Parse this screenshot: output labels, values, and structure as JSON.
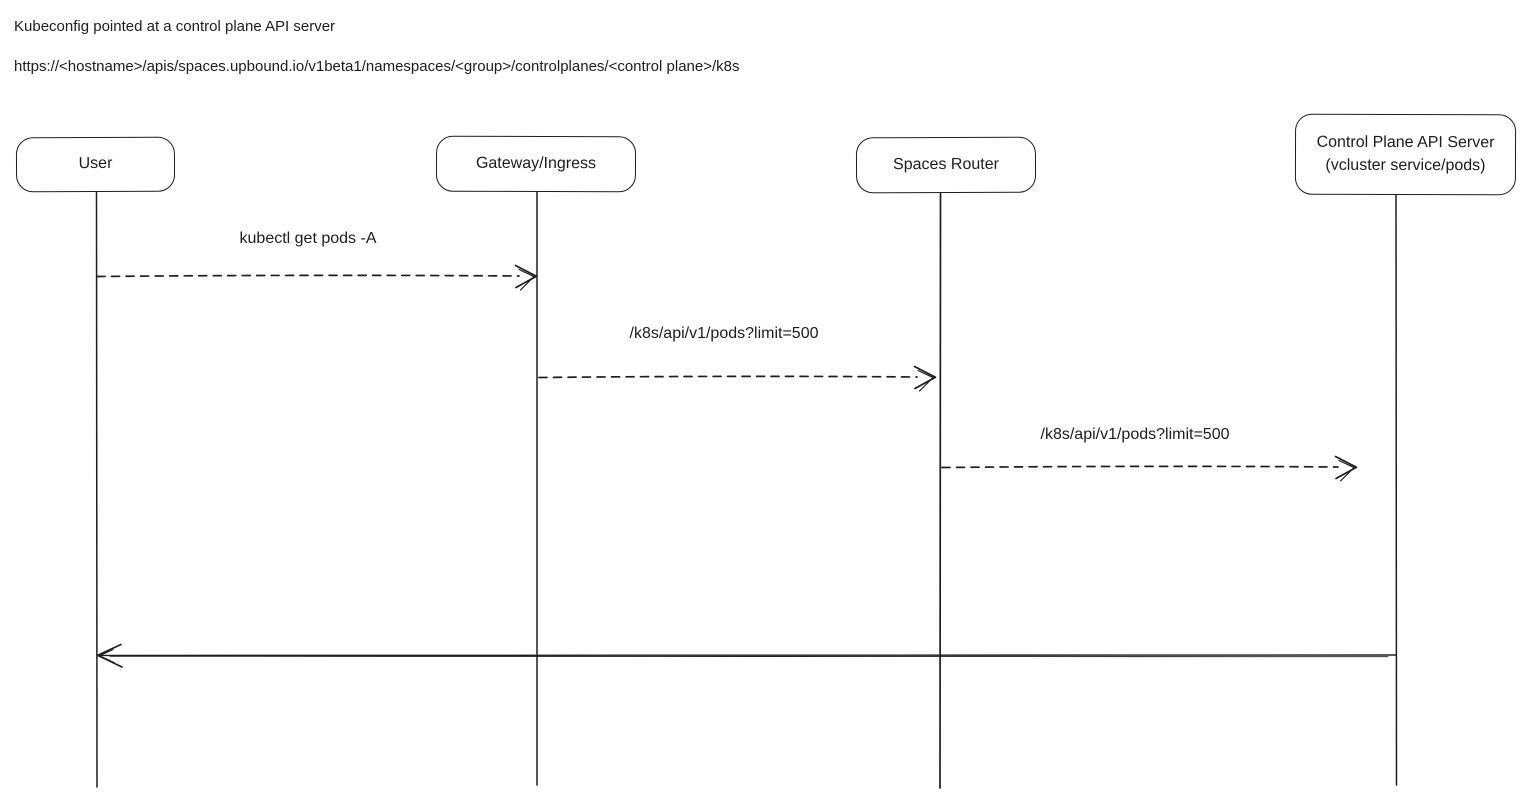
{
  "colors": {
    "stroke": "#1e1e1e",
    "background": "#ffffff"
  },
  "header": {
    "title": "Kubeconfig pointed at a control plane API server",
    "url": "https://<hostname>/apis/spaces.upbound.io/v1beta1/namespaces/<group>/controlplanes/<control plane>/k8s"
  },
  "diagram": {
    "type": "sequence-diagram",
    "actors": [
      {
        "id": "user",
        "label": "User"
      },
      {
        "id": "gateway-ingress",
        "label": "Gateway/Ingress"
      },
      {
        "id": "spaces-router",
        "label": "Spaces Router"
      },
      {
        "id": "control-plane-api-server",
        "label": "Control Plane API Server",
        "sublabel": "(vcluster service/pods)"
      }
    ],
    "messages": [
      {
        "from": "User",
        "to": "Gateway/Ingress",
        "label": "kubectl get pods -A",
        "line_style": "dashed"
      },
      {
        "from": "Gateway/Ingress",
        "to": "Spaces Router",
        "label": "/k8s/api/v1/pods?limit=500",
        "line_style": "dashed"
      },
      {
        "from": "Spaces Router",
        "to": "Control Plane API Server",
        "label": "/k8s/api/v1/pods?limit=500",
        "line_style": "dashed"
      },
      {
        "from": "Control Plane API Server",
        "to": "User",
        "label": "",
        "line_style": "solid"
      }
    ]
  }
}
